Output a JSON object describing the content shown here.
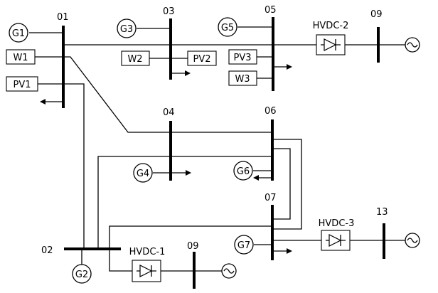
{
  "buses": {
    "b01": "01",
    "b02": "02",
    "b03": "03",
    "b04": "04",
    "b05": "05",
    "b06": "06",
    "b07": "07",
    "b09a": "09",
    "b09b": "09",
    "b13": "13"
  },
  "generators": {
    "g1": "G1",
    "g2": "G2",
    "g3": "G3",
    "g4": "G4",
    "g5": "G5",
    "g6": "G6",
    "g7": "G7"
  },
  "renewables": {
    "w1": "W1",
    "w2": "W2",
    "w3": "W3",
    "pv1": "PV1",
    "pv2": "PV2",
    "pv3": "PV3"
  },
  "hvdc": {
    "h1": "HVDC-1",
    "h2": "HVDC-2",
    "h3": "HVDC-3"
  }
}
